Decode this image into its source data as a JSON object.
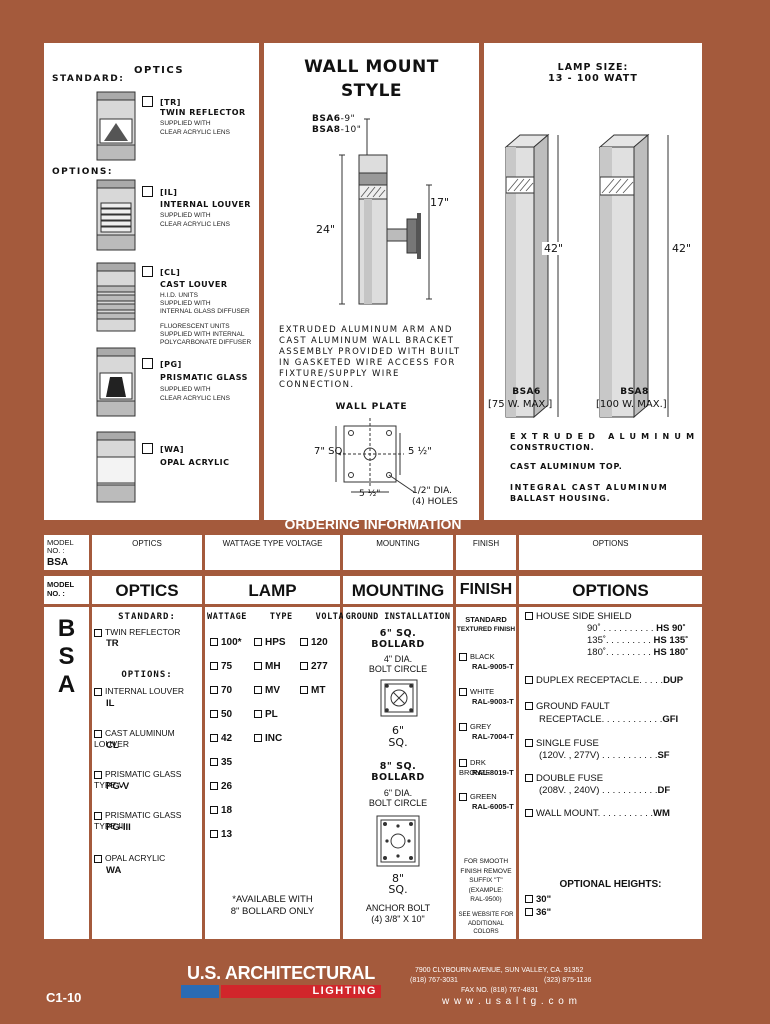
{
  "optics_panel": {
    "title": "OPTICS",
    "standard_label": "STANDARD:",
    "options_label": "OPTIONS:",
    "items": [
      {
        "code": "[TR]",
        "name": "TWIN REFLECTOR",
        "desc1": "SUPPLIED WITH",
        "desc2": "CLEAR ACRYLIC LENS",
        "desc3": "",
        "desc4": "",
        "desc5": ""
      },
      {
        "code": "[IL]",
        "name": "INTERNAL LOUVER",
        "desc1": "SUPPLIED WITH",
        "desc2": "CLEAR ACRYLIC LENS",
        "desc3": "",
        "desc4": "",
        "desc5": ""
      },
      {
        "code": "[CL]",
        "name": "CAST LOUVER",
        "desc1": "H.I.D. UNITS",
        "desc2": "SUPPLIED WITH",
        "desc3": "INTERNAL GLASS DIFFUSER",
        "desc4": "FLUORESCENT UNITS",
        "desc5": "SUPPLIED WITH INTERNAL",
        "desc6": "POLYCARBONATE DIFFUSER"
      },
      {
        "code": "[PG]",
        "name": "PRISMATIC GLASS",
        "desc1": "SUPPLIED WITH",
        "desc2": "CLEAR ACRYLIC LENS",
        "desc3": "",
        "desc4": "",
        "desc5": ""
      },
      {
        "code": "[WA]",
        "name": "OPAL ACRYLIC",
        "desc1": "",
        "desc2": "",
        "desc3": "",
        "desc4": "",
        "desc5": ""
      }
    ]
  },
  "wall_mount": {
    "title1": "WALL MOUNT",
    "title2": "STYLE",
    "model1_code": "BSA6",
    "model1_size": "-9\"",
    "model2_code": "BSA8",
    "model2_size": "-10\"",
    "dim_17": "17\"",
    "dim_24": "24\"",
    "description": [
      "EXTRUDED ALUMINUM ARM AND",
      "CAST ALUMINUM WALL BRACKET",
      "ASSEMBLY PROVIDED WITH BUILT",
      "IN GASKETED WIRE ACCESS FOR",
      "FIXTURE/SUPPLY WIRE CONNECTION."
    ],
    "wall_plate_title": "WALL PLATE",
    "plate_sq": "7\" SQ.",
    "plate_half_r": "5 ½\"",
    "plate_half_b": "5 ½\"",
    "plate_dia": "1/2\" DIA.",
    "plate_holes": "(4) HOLES"
  },
  "lamp_panel": {
    "title1": "LAMP SIZE:",
    "title2": "13 - 100 WATT",
    "dim_left": "42\"",
    "dim_right": "42\"",
    "model1": "BSA6",
    "model1_max": "[75 W. MAX.]",
    "model2": "BSA8",
    "model2_max": "[100 W. MAX.]",
    "notes": [
      "EXTRUDED ALUMINUM",
      "CONSTRUCTION.",
      "CAST ALUMINUM TOP.",
      "INTEGRAL CAST ALUMINUM",
      "BALLAST HOUSING."
    ]
  },
  "ordering": {
    "title": "ORDERING INFORMATION",
    "row_headers": {
      "model": "MODEL NO. :",
      "optics": "OPTICS",
      "wattage": "WATTAGE   TYPE   VOLTAGE",
      "mounting": "MOUNTING",
      "finish": "FINISH",
      "options": "OPTIONS"
    },
    "model_value": "BSA"
  },
  "table": {
    "model_label": "MODEL NO. :",
    "model_letters": [
      "B",
      "S",
      "A"
    ],
    "headers": {
      "optics": "OPTICS",
      "lamp": "LAMP",
      "mounting": "MOUNTING",
      "finish": "FINISH",
      "options": "OPTIONS"
    },
    "optics": {
      "standard": "STANDARD:",
      "options": "OPTIONS:",
      "items": [
        {
          "name": "TWIN REFLECTOR",
          "code": "TR"
        },
        {
          "name": "INTERNAL LOUVER",
          "code": "IL"
        },
        {
          "name": "CAST ALUMINUM LOUVER",
          "code": "CL"
        },
        {
          "name": "PRISMATIC GLASS TYPE V",
          "code": "PG-V"
        },
        {
          "name": "PRISMATIC GLASS TYPE III",
          "code": "PG-III"
        },
        {
          "name": "OPAL ACRYLIC",
          "code": "WA"
        }
      ]
    },
    "lamp": {
      "header": "WATTAGE    TYPE    VOLTAGE",
      "wattages": [
        "100*",
        "75",
        "70",
        "50",
        "42",
        "35",
        "26",
        "18",
        "13"
      ],
      "types": [
        "HPS",
        "MH",
        "MV",
        "PL",
        "INC"
      ],
      "voltages": [
        "120",
        "277",
        "MT"
      ],
      "note1": "*AVAILABLE WITH",
      "note2": "8\" BOLLARD ONLY"
    },
    "mounting": {
      "header": "GROUND INSTALLATION",
      "m6_title1": "6\" SQ.",
      "m6_title2": "BOLLARD",
      "m6_dia1": "4\" DIA.",
      "m6_dia2": "BOLT CIRCLE",
      "m6_size1": "6\"",
      "m6_size2": "SQ.",
      "m8_title1": "8\" SQ.",
      "m8_title2": "BOLLARD",
      "m8_dia1": "6\" DIA.",
      "m8_dia2": "BOLT CIRCLE",
      "m8_size1": "8\"",
      "m8_size2": "SQ.",
      "anchor1": "ANCHOR BOLT",
      "anchor2": "(4) 3/8\" X 10\""
    },
    "finish": {
      "standard1": "STANDARD",
      "standard2": "TEXTURED FINISH",
      "colors": [
        {
          "name": "BLACK",
          "code": "RAL-9005-T"
        },
        {
          "name": "WHITE",
          "code": "RAL-9003-T"
        },
        {
          "name": "GREY",
          "code": "RAL-7004-T"
        },
        {
          "name": "DRK BRONZE",
          "code": "RAL-8019-T"
        },
        {
          "name": "GREEN",
          "code": "RAL-6005-T"
        }
      ],
      "note": [
        "FOR SMOOTH",
        "FINISH REMOVE",
        "SUFFIX \"T\"",
        "(EXAMPLE:",
        "RAL-9500)"
      ],
      "website": [
        "SEE WEBSITE FOR",
        "ADDITIONAL COLORS"
      ]
    },
    "options": {
      "hs_title": "HOUSE SIDE SHIELD",
      "hs_rows": [
        {
          "deg": "90˚ . . . . . . . . . . ",
          "code": "HS 90˚"
        },
        {
          "deg": "135˚. . . . . . . . . ",
          "code": "HS 135˚"
        },
        {
          "deg": "180˚. . . . . . . . . ",
          "code": "HS 180˚"
        }
      ],
      "duplex": "DUPLEX RECEPTACLE. . . . .",
      "duplex_code": "DUP",
      "gfi1": "GROUND FAULT",
      "gfi2": "RECEPTACLE. . . . . . . . . . . .",
      "gfi_code": "GFI",
      "sf1": "SINGLE FUSE",
      "sf2": "(120V. , 277V) . . . . . . . . . . .",
      "sf_code": "SF",
      "df1": "DOUBLE FUSE",
      "df2": "(208V. , 240V) . . . . . . . . . . .",
      "df_code": "DF",
      "wm": "WALL MOUNT. . . . . . . . . . .",
      "wm_code": "WM",
      "heights_title": "OPTIONAL HEIGHTS:",
      "heights": [
        "30\"",
        "36\""
      ]
    }
  },
  "footer": {
    "page": "C1-10",
    "brand1": "U.S. ARCHITECTURAL",
    "brand2": "LIGHTING",
    "address": "7900 CLYBOURN AVENUE, SUN VALLEY, CA. 91352",
    "phone1": "(818) 767-3031",
    "phone2": "(323) 875-1136",
    "fax": "FAX NO. (818) 767-4831",
    "web": "w w w . u s a l t g . c o m",
    "colors": {
      "blue": "#2a6bb4",
      "red": "#d1262b"
    }
  }
}
